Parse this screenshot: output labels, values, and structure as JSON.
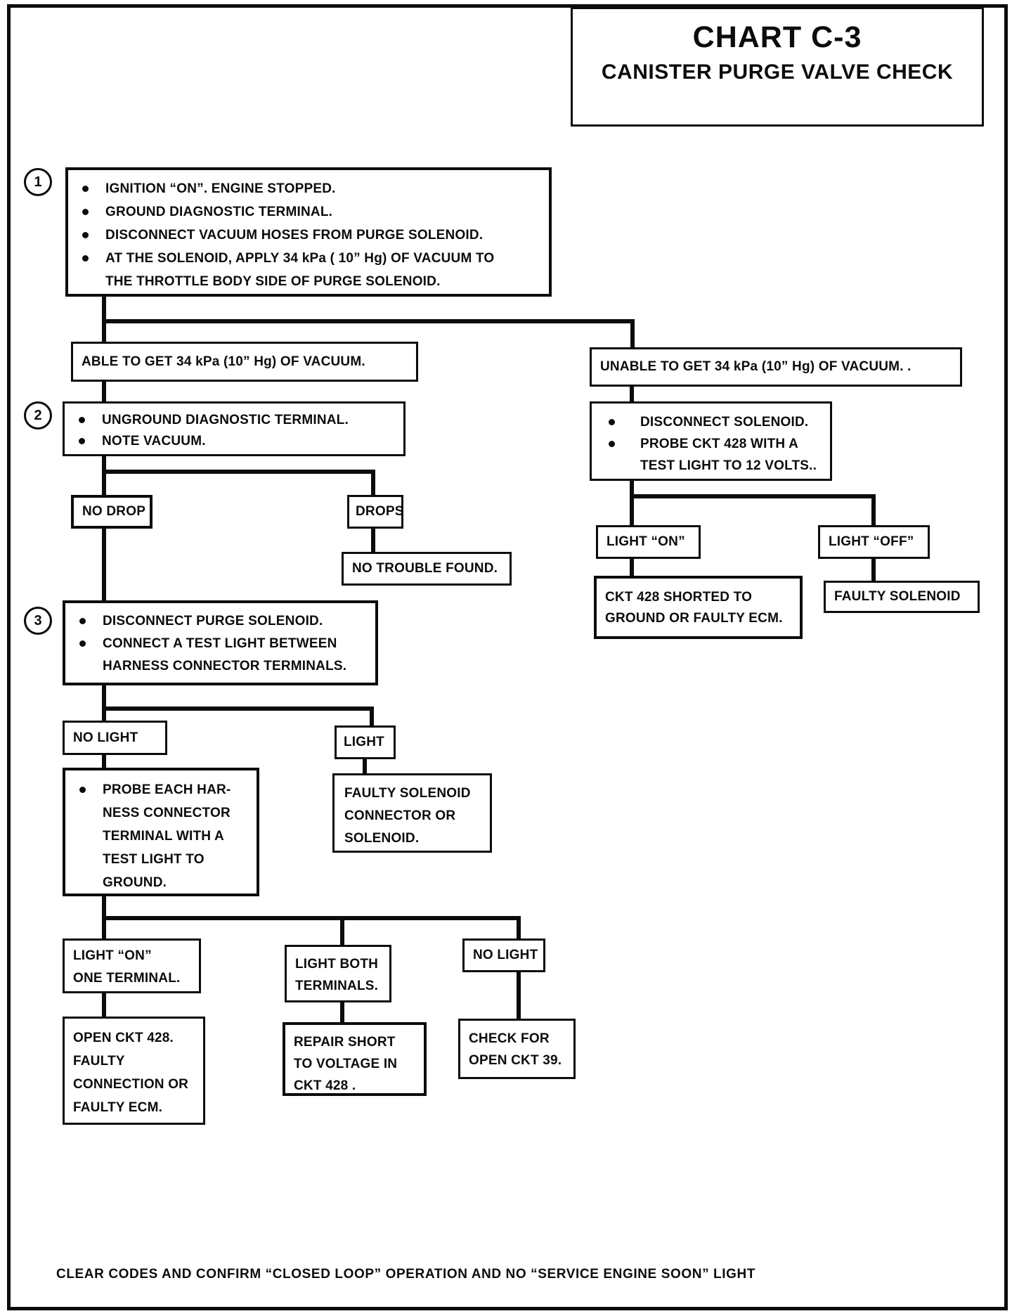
{
  "title": {
    "line1": "CHART C-3",
    "line2": "CANISTER PURGE VALVE CHECK"
  },
  "markers": [
    "1",
    "2",
    "3"
  ],
  "nodes": {
    "step1": {
      "lines": [
        "IGNITION “ON”.  ENGINE STOPPED.",
        "GROUND DIAGNOSTIC TERMINAL.",
        "DISCONNECT  VACUUM HOSES FROM PURGE  SOLENOID.",
        "AT THE SOLENOID,  APPLY 34 kPa ( 10” Hg) OF VACUUM TO",
        "THE THROTTLE BODY SIDE OF PURGE SOLENOID."
      ]
    },
    "able": {
      "text": "ABLE TO GET 34 kPa (10” Hg) OF VACUUM."
    },
    "unable": {
      "text": "UNABLE TO GET 34 kPa (10” Hg) OF VACUUM. ."
    },
    "step2": {
      "lines": [
        "UNGROUND DIAGNOSTIC TERMINAL.",
        "NOTE  VACUUM."
      ]
    },
    "disconnect_solenoid": {
      "lines": [
        "DISCONNECT SOLENOID.",
        "PROBE CKT 428 WITH A",
        "TEST LIGHT TO 12 VOLTS.."
      ]
    },
    "no_drop": {
      "text": "NO DROP"
    },
    "drops": {
      "text": "DROPS"
    },
    "no_trouble": {
      "text": "NO TROUBLE FOUND."
    },
    "light_on_right": {
      "text": "LIGHT “ON”"
    },
    "light_off": {
      "text": "LIGHT “OFF”"
    },
    "ckt428_shorted": {
      "lines": [
        "CKT 428 SHORTED TO",
        "GROUND OR FAULTY ECM."
      ]
    },
    "faulty_solenoid": {
      "text": "FAULTY SOLENOID"
    },
    "step3": {
      "lines": [
        "DISCONNECT PURGE SOLENOID.",
        "CONNECT A TEST LIGHT BETWEEN",
        "HARNESS CONNECTOR TERMINALS."
      ]
    },
    "no_light_mid": {
      "text": "NO LIGHT"
    },
    "light_mid": {
      "text": "LIGHT"
    },
    "probe": {
      "lines": [
        "PROBE EACH HAR-",
        "NESS CONNECTOR",
        "TERMINAL WITH  A",
        "TEST LIGHT TO",
        "GROUND."
      ]
    },
    "faulty_conn": {
      "lines": [
        "FAULTY SOLENOID",
        "CONNECTOR OR",
        "SOLENOID."
      ]
    },
    "light_on_one": {
      "lines": [
        "LIGHT “ON”",
        "ONE TERMINAL."
      ]
    },
    "light_both": {
      "lines": [
        "LIGHT BOTH",
        "TERMINALS."
      ]
    },
    "no_light_bottom": {
      "text": "NO LIGHT"
    },
    "open_ckt": {
      "lines": [
        "OPEN CKT 428.",
        "FAULTY",
        "CONNECTION OR",
        "FAULTY ECM."
      ]
    },
    "repair_short": {
      "lines": [
        "REPAIR SHORT",
        "TO VOLTAGE IN",
        "CKT 428 ."
      ]
    },
    "check_for": {
      "lines": [
        "CHECK FOR",
        "OPEN CKT 39."
      ]
    }
  },
  "footer": {
    "text": "CLEAR CODES AND CONFIRM “CLOSED LOOP” OPERATION AND NO “SERVICE ENGINE SOON” LIGHT"
  }
}
